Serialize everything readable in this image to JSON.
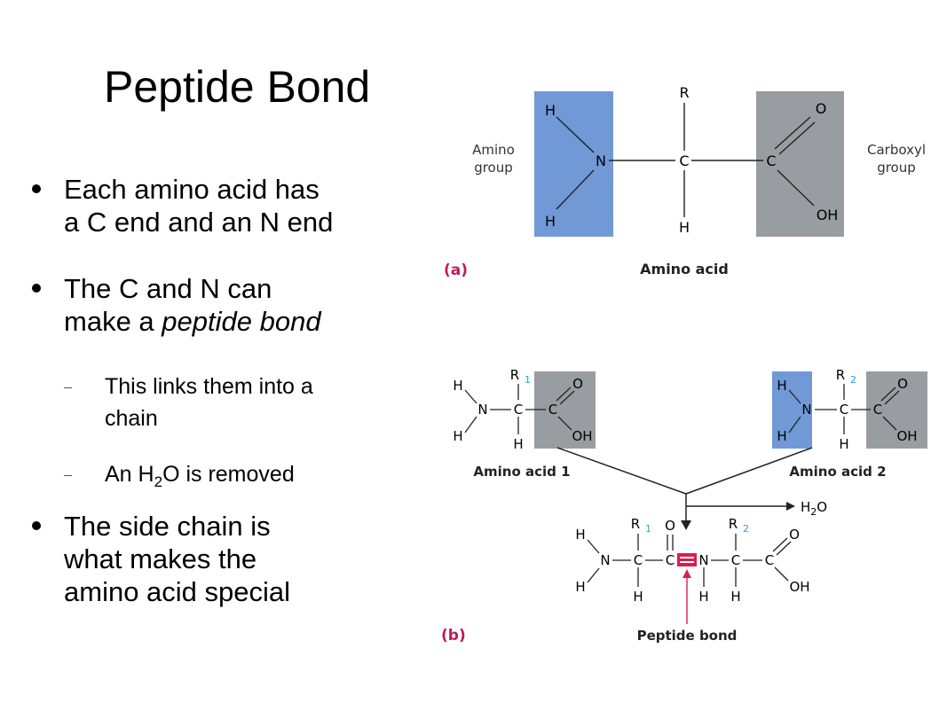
{
  "slide": {
    "title": "Peptide Bond",
    "bullets": [
      {
        "line1": "Each amino acid has",
        "line2": "a C end and an N end"
      },
      {
        "line1": "The C and N can",
        "line2_a": "make a ",
        "line2_b": "peptide bond"
      },
      {
        "line1": "The side chain is",
        "line2": "what makes the",
        "line3": "amino acid special"
      }
    ],
    "sub_bullets": [
      {
        "line1": "This links them into a",
        "line2": "chain"
      },
      {
        "pre": "An H",
        "subscript": "2",
        "post": "O is removed"
      }
    ]
  },
  "figure": {
    "panel_a": {
      "label": "(a)",
      "caption": "Amino acid",
      "amino_group_label": [
        "Amino",
        "group"
      ],
      "carboxyl_group_label": [
        "Carboxyl",
        "group"
      ],
      "atoms": {
        "h_top": "H",
        "h_bottom": "H",
        "n": "N",
        "c_alpha": "C",
        "r": "R",
        "h_alpha": "H",
        "c_carboxyl": "C",
        "o": "O",
        "oh": "OH"
      }
    },
    "panel_b": {
      "label": "(b)",
      "amino_acid_1": "Amino acid 1",
      "amino_acid_2": "Amino acid 2",
      "r1": "R",
      "r1_sub": "1",
      "r2": "R",
      "r2_sub": "2",
      "water": "H",
      "water_sub": "2",
      "water_end": "O",
      "peptide_bond_label": "Peptide bond",
      "atoms": {
        "h": "H",
        "n": "N",
        "c": "C",
        "o": "O",
        "oh": "OH"
      }
    },
    "colors": {
      "amino_group": "#7099d6",
      "carboxyl_group": "#999ca0",
      "peptide_bond": "#d6214f",
      "subscript_blue": "#2a9fd8",
      "label_red": "#c2185b"
    }
  }
}
